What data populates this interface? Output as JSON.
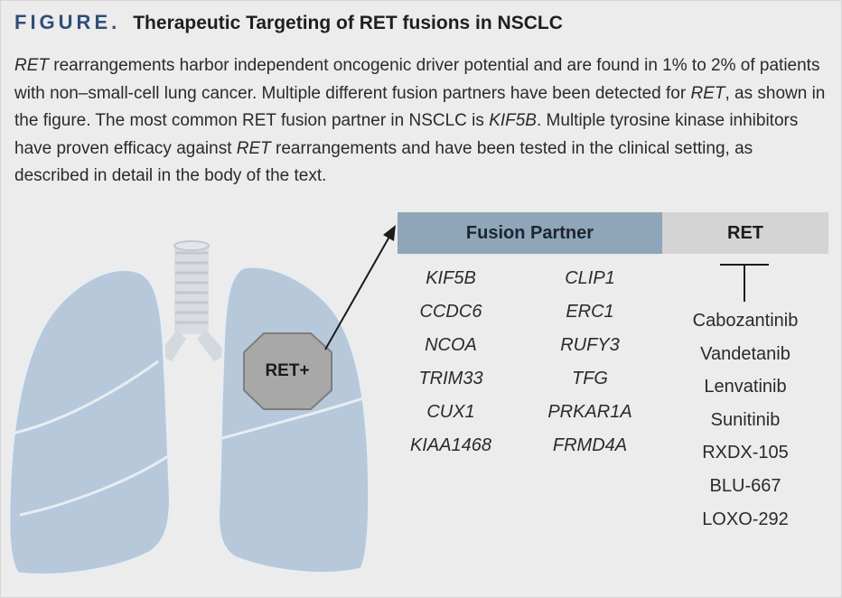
{
  "header": {
    "label": "FIGURE.",
    "title": "Therapeutic Targeting of RET fusions in NSCLC"
  },
  "caption": {
    "p1_italic": "RET",
    "p1_text": " rearrangements harbor independent oncogenic driver potential and are found in 1% to 2% of patients with non–small-cell lung cancer. Multiple different fusion partners have been detected for ",
    "p2_italic": "RET",
    "p2_text": ", as shown in the figure. The most common RET fusion partner in NSCLC is ",
    "p3_italic": "KIF5B",
    "p3_text": ". Multiple tyrosine kinase inhibitors have proven efficacy against ",
    "p4_italic": "RET",
    "p4_text": " rearrangements and have been tested in the clinical setting, as described in detail in the body of the text."
  },
  "diagram": {
    "tumor_label": "RET+",
    "fusion_header": "Fusion Partner",
    "ret_header": "RET",
    "partners_left": [
      "KIF5B",
      "CCDC6",
      "NCOA",
      "TRIM33",
      "CUX1",
      "KIAA1468"
    ],
    "partners_right": [
      "CLIP1",
      "ERC1",
      "RUFY3",
      "TFG",
      "PRKAR1A",
      "FRMD4A"
    ],
    "inhibitors": [
      "Cabozantinib",
      "Vandetanib",
      "Lenvatinib",
      "Sunitinib",
      "RXDX-105",
      "BLU-667",
      "LOXO-292"
    ]
  },
  "colors": {
    "figure_label": "#2f4f7a",
    "fusion_header_bg": "#8fa5ba",
    "ret_header_bg": "#d4d4d4",
    "lung_fill": "#b7c8da",
    "lung_stroke": "#e8edf2",
    "tumor_fill": "#a8a8a8",
    "page_bg": "#ececec"
  }
}
